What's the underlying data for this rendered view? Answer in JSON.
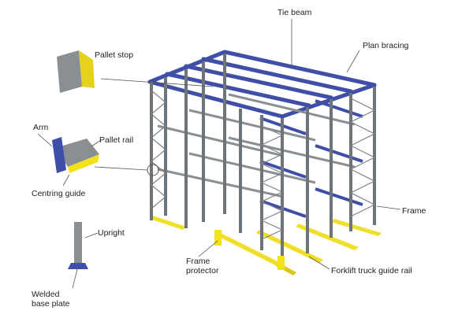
{
  "labels": {
    "tie_beam": "Tie beam",
    "plan_bracing": "Plan bracing",
    "pallet_stop": "Pallet stop",
    "arm": "Arm",
    "pallet_rail": "Pallet rail",
    "centring_guide": "Centring guide",
    "upright": "Upright",
    "welded_base_plate": "Welded base plate",
    "frame": "Frame",
    "frame_protector": "Frame protector",
    "forklift_truck_guide_rail": "Forklift truck guide rail"
  },
  "colors": {
    "upright_grey": "#6f7479",
    "upright_dark": "#4d5156",
    "beam_blue": "#3f4fa8",
    "beam_blue_dark": "#2c3a86",
    "protector_yellow": "#f2e21c",
    "guide_rail_yellow": "#f0df2a",
    "leader_line": "#555555",
    "label_text": "#222222"
  }
}
